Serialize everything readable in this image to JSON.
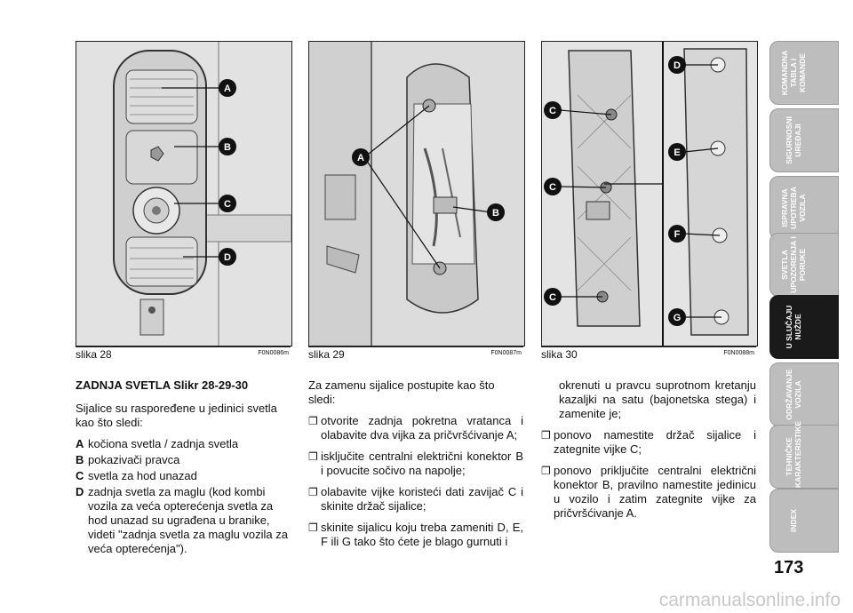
{
  "figures": [
    {
      "caption": "slika 28",
      "code": "F0N0086m",
      "callouts": [
        "A",
        "B",
        "C",
        "D"
      ]
    },
    {
      "caption": "slika 29",
      "code": "F0N0087m",
      "callouts": [
        "A",
        "B"
      ]
    },
    {
      "caption": "slika 30",
      "code": "F0N0088m",
      "callouts": [
        "C",
        "C",
        "C",
        "D",
        "E",
        "F",
        "G"
      ]
    }
  ],
  "col1": {
    "heading": "ZADNJA SVETLA Slikr 28-29-30",
    "intro": "Sijalice su raspoređene u jedinici svetla kao što sledi:",
    "items": [
      {
        "key": "A",
        "text": "kočiona svetla / zadnja svetla"
      },
      {
        "key": "B",
        "text": "pokazivači pravca"
      },
      {
        "key": "C",
        "text": "svetla za hod unazad"
      },
      {
        "key": "D",
        "text": "zadnja svetla za maglu (kod kombi vozila za veća opterećenja svetla za hod unazad su ugrađena u branike, videti \"zadnja svetla za maglu vozila za veća opterećenja\")."
      }
    ]
  },
  "col2": {
    "intro": "Za zamenu sijalice postupite kao što sledi:",
    "bullets": [
      "otvorite zadnja pokretna vratanca i olabavite dva vijka za pričvršćivanje A;",
      "isključite centralni električni konektor B i povucite sočivo na napolje;",
      "olabavite vijke koristeći dati zavijač C i skinite držač sijalice;",
      "skinite sijalicu koju treba zameniti D, E, F ili G tako što ćete je blago gurnuti i"
    ]
  },
  "col3": {
    "continuation": "okrenuti u pravcu suprotnom kretanju kazaljki na satu (bajonetska stega) i zamenite je;",
    "bullets": [
      "ponovo namestite držač sijalice i zategnite vijke C;",
      "ponovo priključite centralni električni konektor B, pravilno namestite jedinicu u vozilo i zatim zategnite vijke za pričvršćivanje A."
    ]
  },
  "bullet_symbol": "❐",
  "tabs": [
    {
      "label": "KOMANDNA TABLA I KOMANDE",
      "active": false
    },
    {
      "label": "SIGURNOSNI UREĐAJI",
      "active": false
    },
    {
      "label": "ISPRAVNA UPOTREBA VOZILA",
      "active": false
    },
    {
      "label": "SVETLA UPOZORENJA I PORUKE",
      "active": false
    },
    {
      "label": "U SLUČAJU NUŽDE",
      "active": true
    },
    {
      "label": "ODRŽAVANJE VOZILA",
      "active": false
    },
    {
      "label": "TEHNIČKE KARAKTERISTIKE",
      "active": false
    },
    {
      "label": "INDEX",
      "active": false
    }
  ],
  "page_number": "173",
  "watermark": "carmanualsonline.info"
}
